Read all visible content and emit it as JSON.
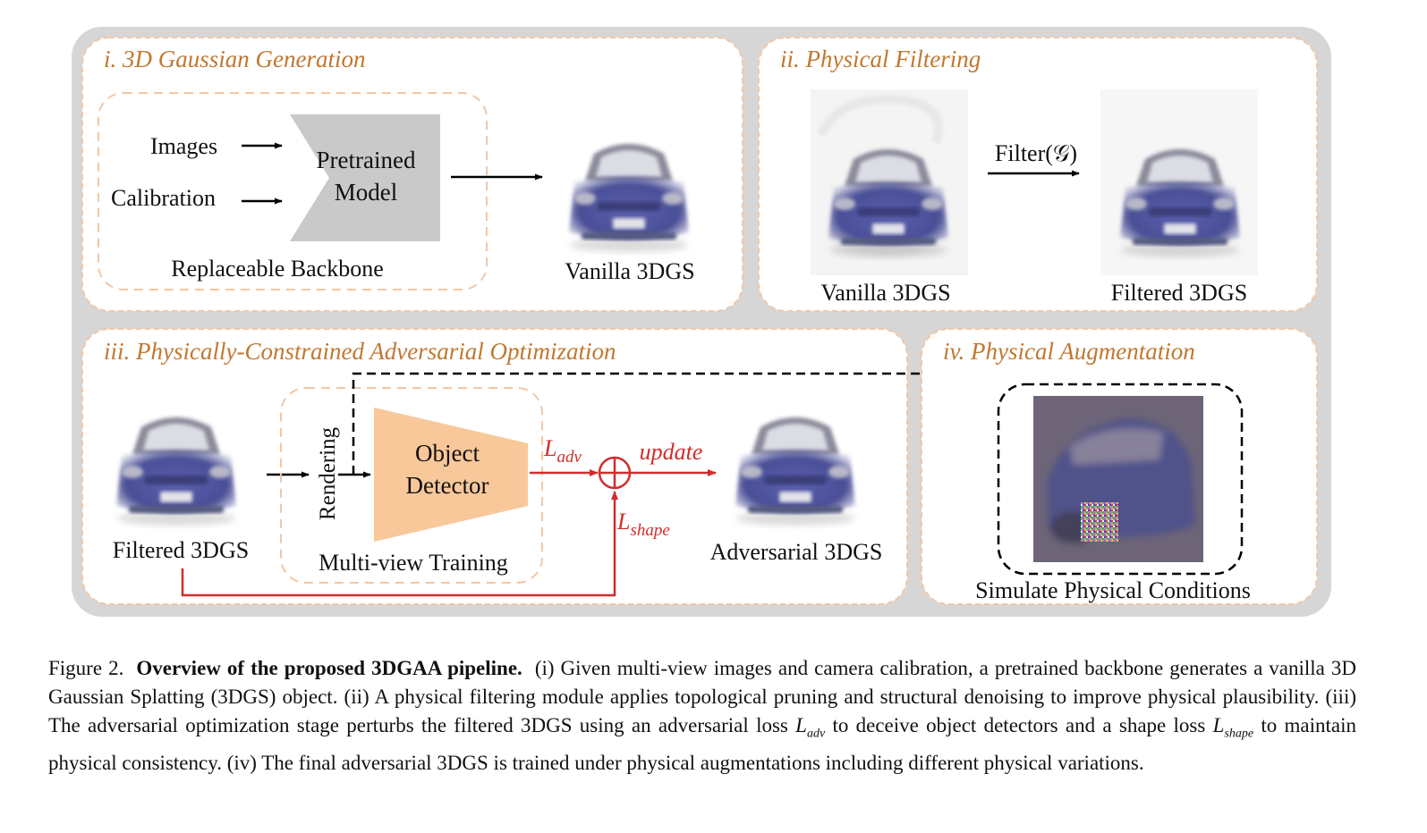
{
  "colors": {
    "outer_panel": "#d6d6d6",
    "panel_bg": "#ffffff",
    "panel_border": "#f2c7a6",
    "section_title": "#c1772f",
    "model_gray": "#c9c9c9",
    "detector_orange": "#f8c89a",
    "red": "#d22b2b",
    "car_body": "#4a4f96"
  },
  "sections": {
    "s1": {
      "title": "i. 3D Gaussian Generation"
    },
    "s2": {
      "title": "ii. Physical Filtering"
    },
    "s3": {
      "title": "iii. Physically-Constrained Adversarial Optimization"
    },
    "s4": {
      "title": "iv. Physical Augmentation"
    }
  },
  "labels": {
    "images": "Images",
    "calibration": "Calibration",
    "pretrained_l1": "Pretrained",
    "pretrained_l2": "Model",
    "replaceable_backbone": "Replaceable Backbone",
    "vanilla_1": "Vanilla 3DGS",
    "vanilla_2": "Vanilla 3DGS",
    "filter_fn": "Filter(𝒢)",
    "filtered_1": "Filtered 3DGS",
    "filtered_2": "Filtered 3DGS",
    "rendering": "Rendering",
    "object_l1": "Object",
    "object_l2": "Detector",
    "multiview": "Multi-view Training",
    "l_adv_L": "L",
    "l_adv_sub": "adv",
    "update": "update",
    "l_shape_L": "L",
    "l_shape_sub": "shape",
    "adversarial": "Adversarial 3DGS",
    "simulate": "Simulate Physical Conditions"
  },
  "icons": {
    "car_front": "car-icon",
    "adv_patch": "noise-patch-icon"
  },
  "caption": {
    "prefix": "Figure 2.",
    "bold": "Overview of the proposed 3DGAA pipeline.",
    "text1": "(i) Given multi-view images and camera calibration, a pretrained backbone generates a vanilla 3D Gaussian Splatting (3DGS) object. (ii) A physical filtering module applies topological pruning and structural denoising to improve physical plausibility. (iii) The adversarial optimization stage perturbs the filtered 3DGS using an adversarial loss",
    "ladv_L": "L",
    "ladv_sub": "adv",
    "text2": "to deceive object detectors and a shape loss",
    "lshape_L": "L",
    "lshape_sub": "shape",
    "text3": "to maintain physical consistency. (iv) The final adversarial 3DGS is trained under physical augmentations including different physical variations."
  }
}
